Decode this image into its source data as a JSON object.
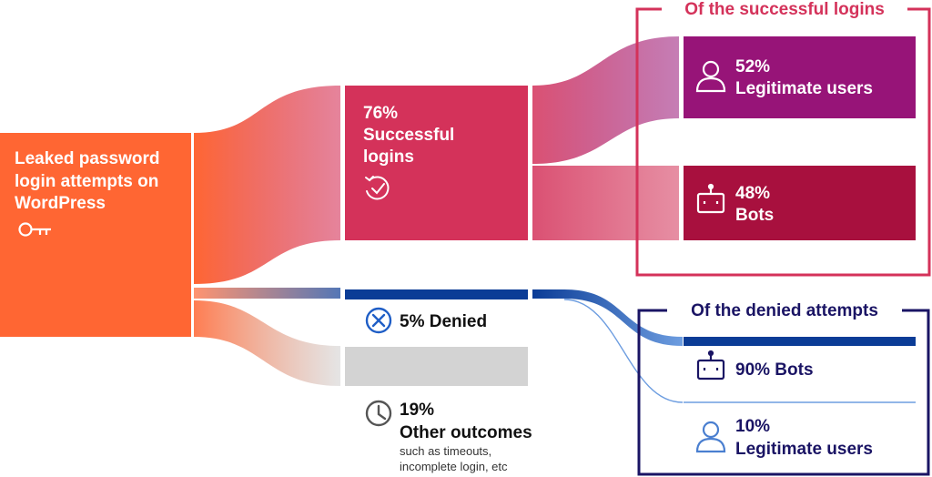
{
  "source": {
    "label_lines": [
      "Leaked password",
      "login attempts on",
      "WordPress"
    ],
    "icon": "key-icon",
    "color": "#ff6633"
  },
  "outcomes": {
    "successful": {
      "percent": 76,
      "label_lines": [
        "76%",
        "Successful",
        "logins"
      ],
      "icon": "check-refresh-icon",
      "color": "#d4325a"
    },
    "denied": {
      "percent": 5,
      "label": "5% Denied",
      "icon": "circle-x-icon",
      "color": "#0b3c96"
    },
    "other": {
      "percent": 19,
      "label_lines": [
        "19%",
        "Other outcomes"
      ],
      "note_lines": [
        "such as timeouts,",
        "incomplete login, etc"
      ],
      "icon": "clock-icon",
      "color": "#d3d3d3"
    }
  },
  "successful_breakdown": {
    "title": "Of the successful logins",
    "border_color": "#d4325a",
    "legitimate": {
      "percent": 52,
      "label_lines": [
        "52%",
        "Legitimate users"
      ],
      "icon": "user-icon",
      "color": "#971478"
    },
    "bots": {
      "percent": 48,
      "label_lines": [
        "48%",
        "Bots"
      ],
      "icon": "robot-icon",
      "color": "#a8103e"
    }
  },
  "denied_breakdown": {
    "title": "Of the denied attempts",
    "border_color": "#1a1464",
    "bots": {
      "percent": 90,
      "label": "90% Bots",
      "icon": "robot-icon",
      "color": "#0b3c96"
    },
    "legitimate": {
      "percent": 10,
      "label_lines": [
        "10%",
        "Legitimate users"
      ],
      "icon": "user-icon",
      "color": "#6d9de0"
    }
  }
}
